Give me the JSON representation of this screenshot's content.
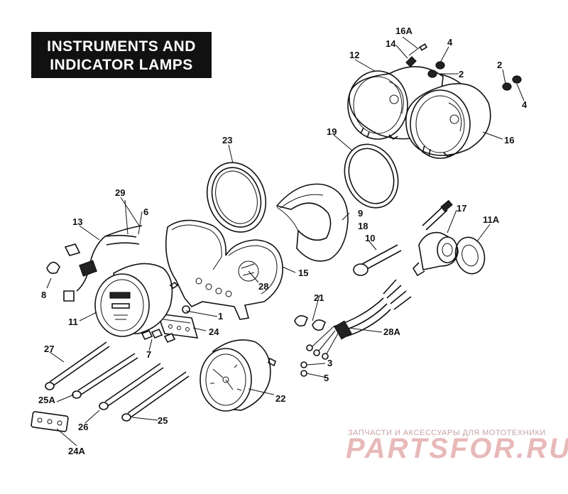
{
  "title": {
    "line1": "INSTRUMENTS AND",
    "line2": "INDICATOR LAMPS"
  },
  "callouts": [
    "16A",
    "14",
    "4",
    "2",
    "12",
    "2",
    "4",
    "16",
    "19",
    "23",
    "17",
    "11A",
    "29",
    "6",
    "13",
    "9",
    "18",
    "10",
    "15",
    "28",
    "8",
    "11",
    "1",
    "24",
    "21",
    "28A",
    "27",
    "7",
    "3",
    "5",
    "22",
    "25A",
    "26",
    "25",
    "24A"
  ],
  "watermark": {
    "caption": "ЗАПЧАСТИ И АКСЕССУАРЫ ДЛЯ МОТОТЕХНИКИ",
    "brand": "PARTSFOR.RU"
  }
}
